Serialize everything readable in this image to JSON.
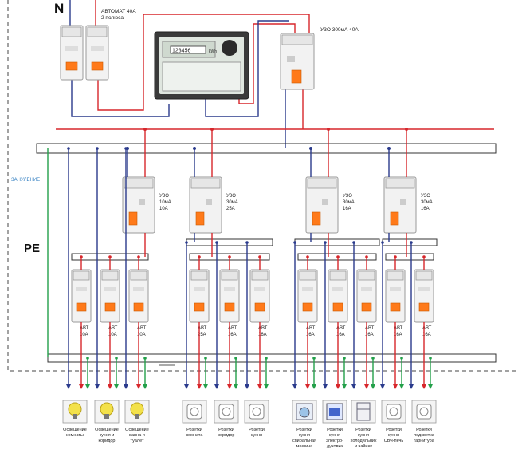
{
  "labels": {
    "neutral": "N",
    "pe": "PE",
    "zanulenie": "ЗАНУЛЕНИЕ",
    "main_breaker_line1": "АВТОМАТ 40А",
    "main_breaker_line2": "2 полюса",
    "main_rcd": "УЗО 300мА 40А"
  },
  "rcds": [
    {
      "l1": "УЗО",
      "l2": "10мА",
      "l3": "10А"
    },
    {
      "l1": "УЗО",
      "l2": "30мА",
      "l3": "25А"
    },
    {
      "l1": "УЗО",
      "l2": "30мА",
      "l3": "16А"
    },
    {
      "l1": "УЗО",
      "l2": "30мА",
      "l3": "16А"
    }
  ],
  "breakers": [
    {
      "l1": "АВТ",
      "l2": "10А"
    },
    {
      "l1": "АВТ",
      "l2": "10А"
    },
    {
      "l1": "АВТ",
      "l2": "10А"
    },
    {
      "l1": "АВТ",
      "l2": "25А"
    },
    {
      "l1": "АВТ",
      "l2": "16А"
    },
    {
      "l1": "АВТ",
      "l2": "16А"
    },
    {
      "l1": "АВТ",
      "l2": "16А"
    },
    {
      "l1": "АВТ",
      "l2": "16А"
    },
    {
      "l1": "АВТ",
      "l2": "16А"
    },
    {
      "l1": "АВТ",
      "l2": "16А"
    },
    {
      "l1": "АВТ",
      "l2": "16А"
    }
  ],
  "loads": [
    {
      "icon": "bulb-icon",
      "lines": [
        "Освещение",
        "комнаты"
      ]
    },
    {
      "icon": "bulb-icon",
      "lines": [
        "Освещение",
        "кухня и",
        "коридор"
      ]
    },
    {
      "icon": "bulb-icon",
      "lines": [
        "Освещение",
        "ванна и",
        "туалет"
      ]
    },
    {
      "icon": "socket-icon",
      "lines": [
        "Розетки",
        "комната"
      ]
    },
    {
      "icon": "socket-icon",
      "lines": [
        "Розетки",
        "коридор"
      ]
    },
    {
      "icon": "socket-icon",
      "lines": [
        "Розетки",
        "кухня"
      ]
    },
    {
      "icon": "washing-machine-icon",
      "lines": [
        "Розетки",
        "кухня",
        "спиральная",
        "машина"
      ]
    },
    {
      "icon": "oven-icon",
      "lines": [
        "Розетки",
        "кухня",
        "электро-",
        "духовка"
      ]
    },
    {
      "icon": "fridge-icon",
      "lines": [
        "Розетки",
        "кухня",
        "холодильник",
        "и чайник"
      ]
    },
    {
      "icon": "socket-icon",
      "lines": [
        "Розетки",
        "кухня",
        "СВЧ-печь"
      ]
    },
    {
      "icon": "socket-icon",
      "lines": [
        "Розетки",
        "подсветка",
        "гарнитура"
      ]
    }
  ],
  "meter": {
    "reading": "123456",
    "model": "kWh"
  },
  "colors": {
    "phase": "#d7262b",
    "neutral": "#2a3a8c",
    "ground": "#23a04a",
    "lever": "#ff7a1a"
  }
}
